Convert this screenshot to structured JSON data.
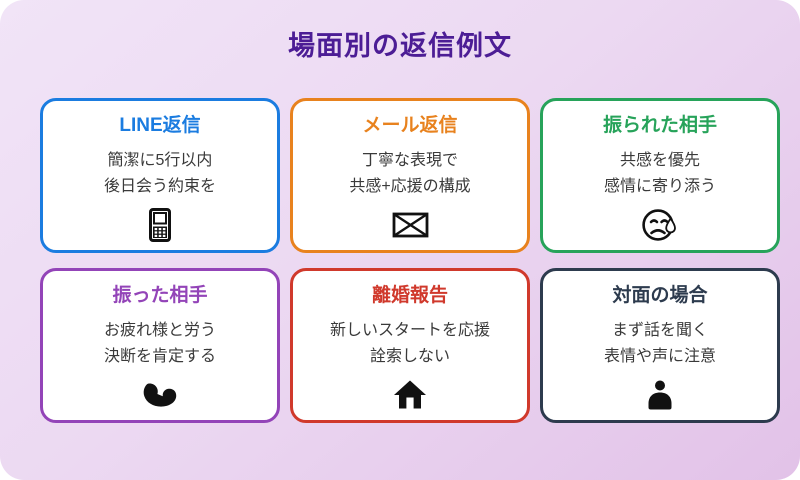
{
  "page_title": "場面別の返信例文",
  "theme": {
    "background_gradient_start": "#f1e4f7",
    "background_gradient_end": "#e2c2e8",
    "title_color": "#4c1d95",
    "card_background": "#ffffff",
    "body_text_color": "#3a3a3a",
    "icon_color": "#111111"
  },
  "cards": [
    {
      "title": "LINE返信",
      "accent": "#1b7ce0",
      "lines": [
        "簡潔に5行以内",
        "後日会う約束を"
      ],
      "icon": "mobile-phone"
    },
    {
      "title": "メール返信",
      "accent": "#e8821e",
      "lines": [
        "丁寧な表現で",
        "共感+応援の構成"
      ],
      "icon": "envelope"
    },
    {
      "title": "振られた相手",
      "accent": "#27a35a",
      "lines": [
        "共感を優先",
        "感情に寄り添う"
      ],
      "icon": "crying-face"
    },
    {
      "title": "振った相手",
      "accent": "#9344b8",
      "lines": [
        "お疲れ様と労う",
        "決断を肯定する"
      ],
      "icon": "flexed-biceps"
    },
    {
      "title": "離婚報告",
      "accent": "#d0392c",
      "lines": [
        "新しいスタートを応援",
        "詮索しない"
      ],
      "icon": "house"
    },
    {
      "title": "対面の場合",
      "accent": "#2d3b4e",
      "lines": [
        "まず話を聞く",
        "表情や声に注意"
      ],
      "icon": "person"
    }
  ]
}
